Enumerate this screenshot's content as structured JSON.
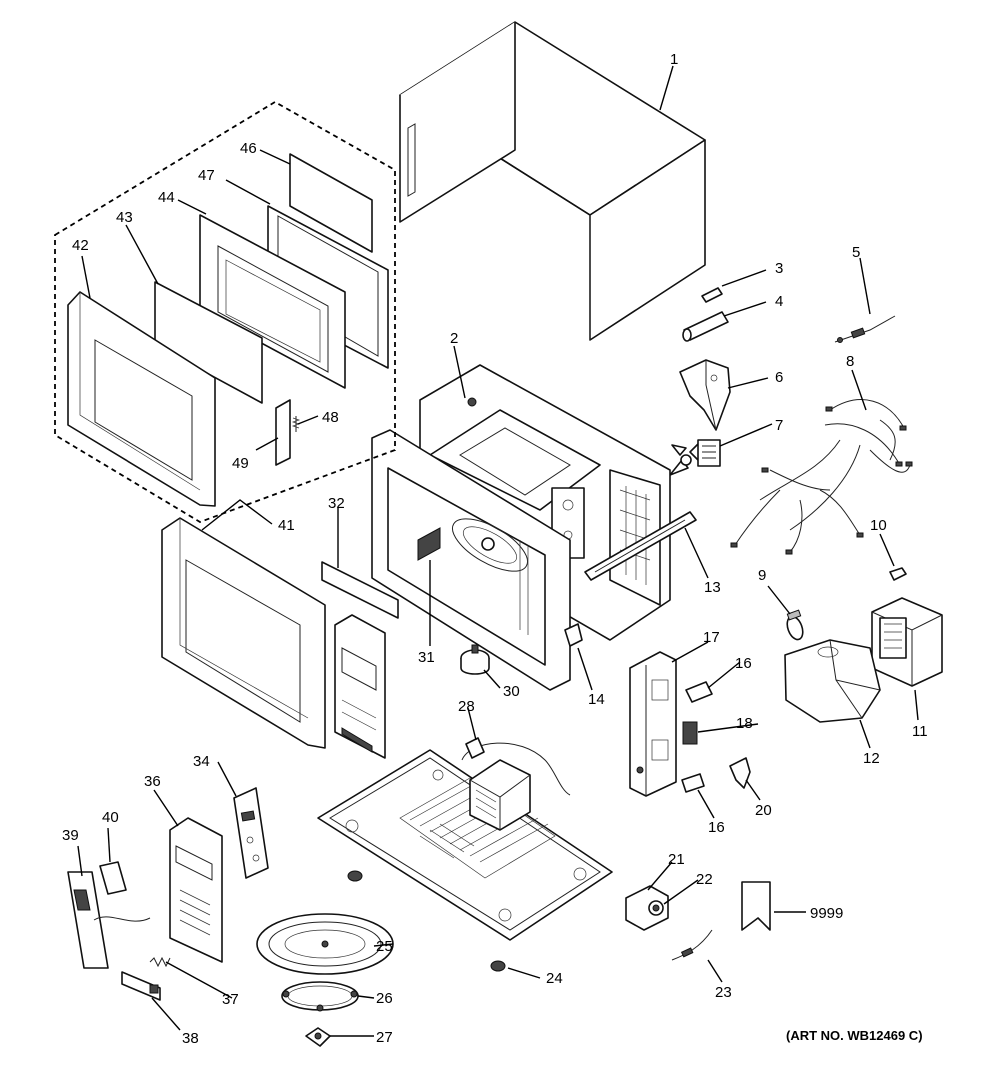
{
  "diagram": {
    "art_number": "(ART NO. WB12469 C)",
    "callouts": {
      "c1": "1",
      "c2": "2",
      "c3": "3",
      "c4": "4",
      "c5": "5",
      "c6": "6",
      "c7": "7",
      "c8": "8",
      "c9": "9",
      "c10": "10",
      "c11": "11",
      "c12": "12",
      "c13": "13",
      "c14": "14",
      "c16a": "16",
      "c16b": "16",
      "c17": "17",
      "c18": "18",
      "c20": "20",
      "c21": "21",
      "c22": "22",
      "c23": "23",
      "c24": "24",
      "c25": "25",
      "c26": "26",
      "c27": "27",
      "c28": "28",
      "c30": "30",
      "c31": "31",
      "c32": "32",
      "c34": "34",
      "c36": "36",
      "c37": "37",
      "c38": "38",
      "c39": "39",
      "c40": "40",
      "c41": "41",
      "c42": "42",
      "c43": "43",
      "c44": "44",
      "c46": "46",
      "c47": "47",
      "c48": "48",
      "c49": "49",
      "c9999": "9999"
    }
  }
}
